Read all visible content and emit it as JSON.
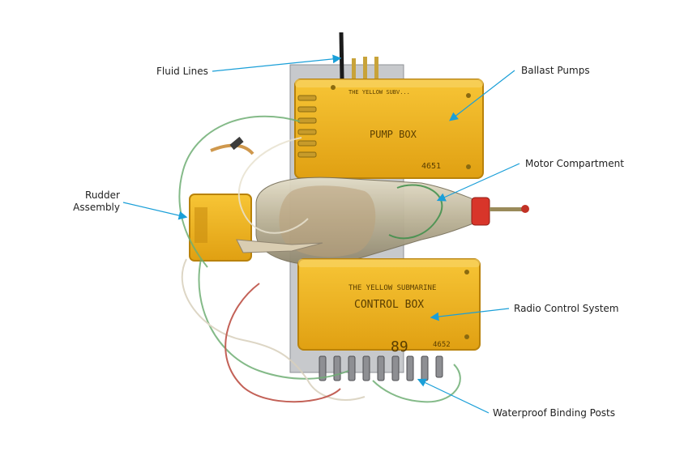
{
  "labels": {
    "fluid_lines": "Fluid Lines",
    "ballast_pumps": "Ballast Pumps",
    "motor_compartment": "Motor Compartment",
    "rudder_line1": "Rudder",
    "rudder_line2": "Assembly",
    "radio_control": "Radio Control System",
    "binding_posts": "Waterproof Binding Posts"
  },
  "device_text": {
    "pump_brand": "THE YELLOW SUBV...",
    "pump_title": "PUMP BOX",
    "pump_number": "4651",
    "control_brand": "THE YELLOW SUBMARINE",
    "control_title": "CONTROL BOX",
    "control_number": "89",
    "control_serial": "4652"
  },
  "colors": {
    "arrow": "#1a9fd8",
    "box_yellow": "#f2b51f",
    "box_edge": "#b9820a",
    "bottle": "#c9c2a8",
    "cap": "#d8352a"
  }
}
